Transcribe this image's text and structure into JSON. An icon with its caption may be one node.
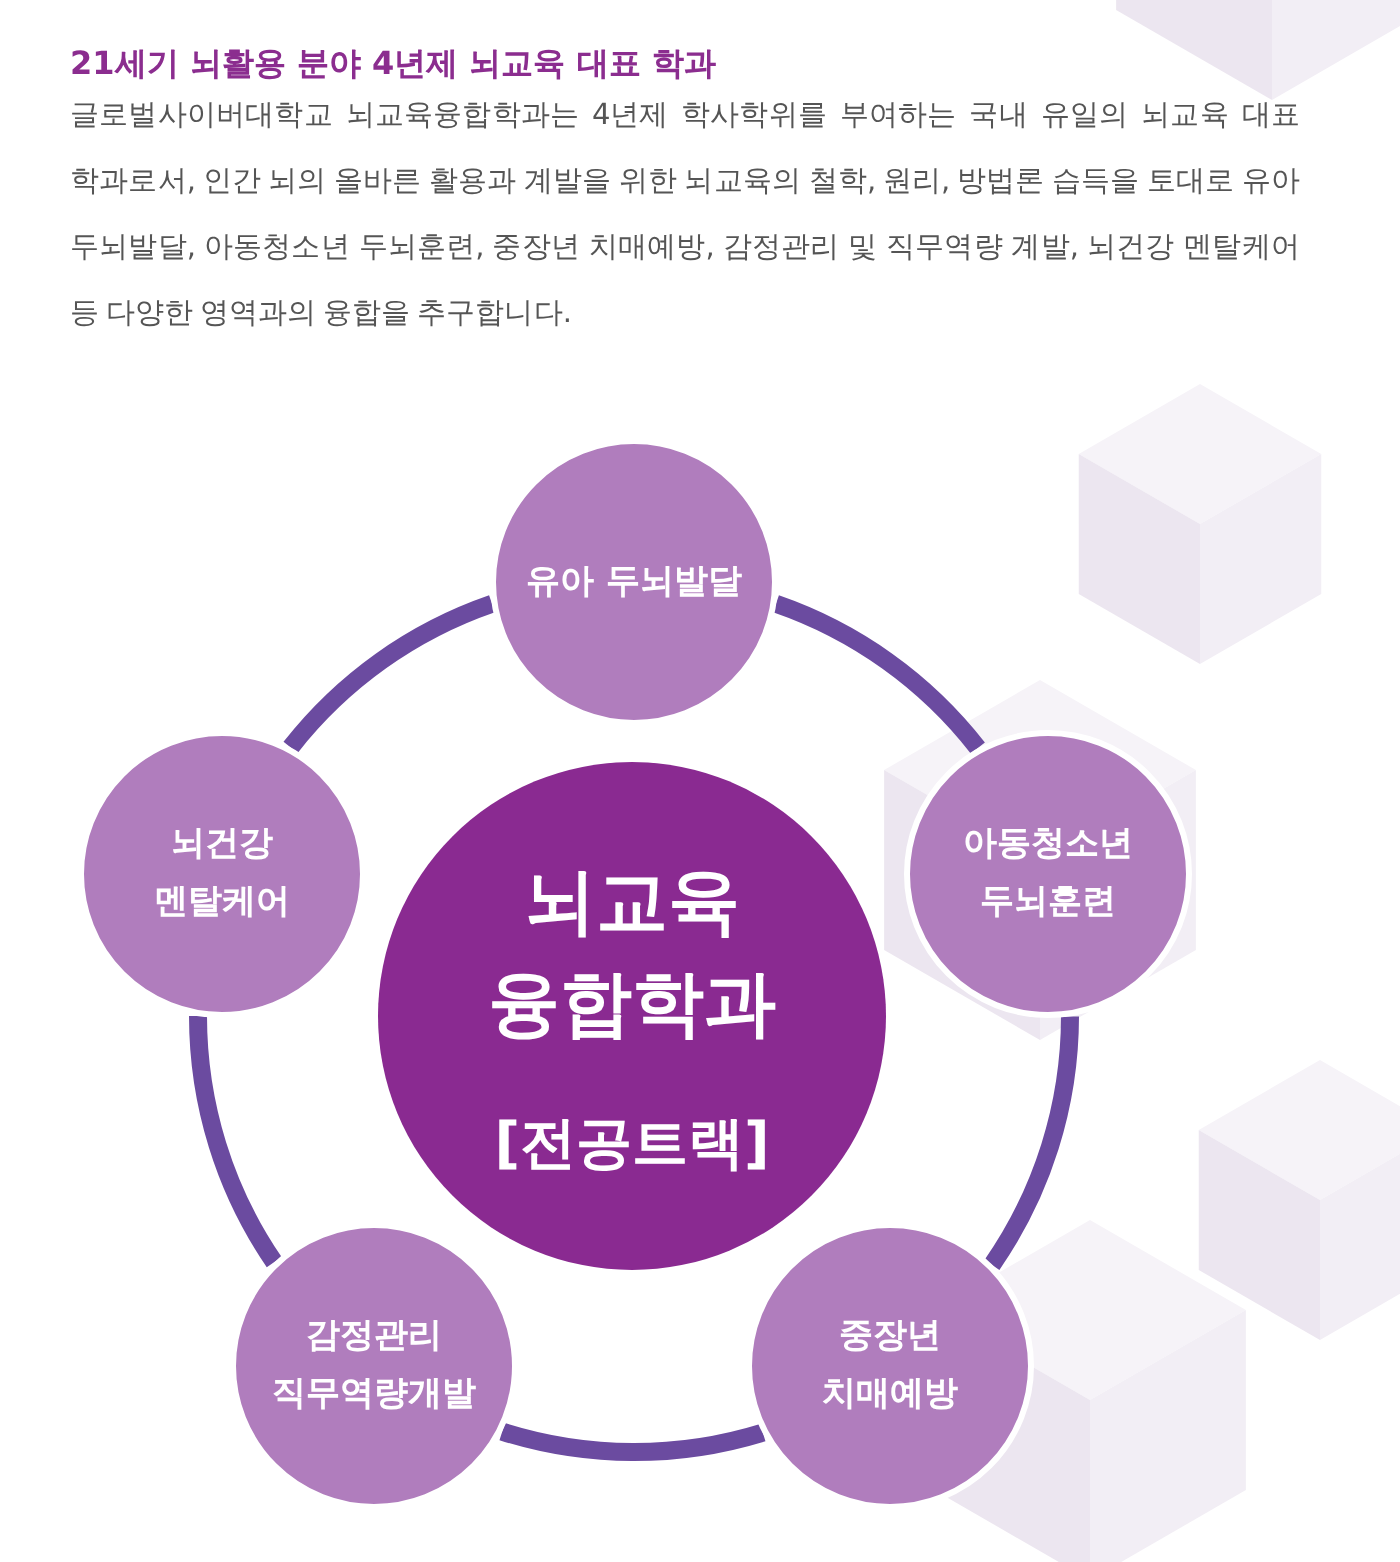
{
  "diagram": {
    "title": "21세기 뇌활용 분야 4년제 뇌교육 대표 학과",
    "nodes": [
      {
        "text": [
          "유아 두뇌발달"
        ]
      },
      {
        "text": [
          "뇌건강 멘탈케어"
        ]
      },
      {
        "text": [
          "뇌교육 융합학과",
          "[전공트랙]"
        ]
      },
      {
        "text": [
          "아동청소년 두뇌훈련"
        ]
      },
      {
        "text": [
          "감정관리 직무역량개발"
        ]
      },
      {
        "text": [
          "중장년 치매예방"
        ]
      }
    ],
    "edges": [
      {
        "from": 0,
        "to": 3,
        "arrow": "none"
      },
      {
        "from": 3,
        "to": 5,
        "arrow": "none"
      },
      {
        "from": 5,
        "to": 4,
        "arrow": "none"
      },
      {
        "from": 4,
        "to": 1,
        "arrow": "none"
      },
      {
        "from": 1,
        "to": 0,
        "arrow": "none"
      }
    ],
    "labels": [
      "글로벌사이버대학교 뇌교육융합학과는 4년제 학사학위를 부여하는 국내 유일의 뇌교육 대표 학과로서, 인간 뇌의 올바른 활용과 계발을 위한 뇌교육의 철학, 원리, 방법론 습득을 토대로 유아 두뇌발달, 아동청소년 두뇌훈련, 중장년 치매예방, 감정관리 및 직무역량 계발, 뇌건강 멘탈케어 등 다양한 영역과의 융합을 추구합니다."
    ]
  }
}
